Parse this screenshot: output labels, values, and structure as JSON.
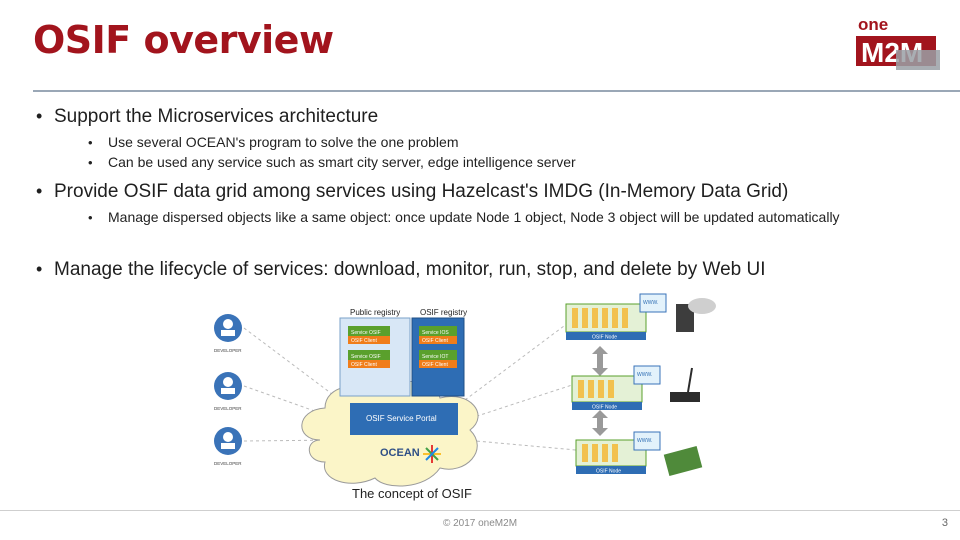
{
  "slide": {
    "title": "OSIF overview",
    "page_number": "3",
    "footer": "© 2017 oneM2M"
  },
  "logo": {
    "top": "one",
    "main": "M2M"
  },
  "bullets": [
    {
      "text": "Support the Microservices architecture",
      "sub": [
        "Use several OCEAN's program to solve the one problem",
        "Can be used any service such as smart city server, edge intelligence server"
      ]
    },
    {
      "text": "Provide OSIF data grid among services using Hazelcast's IMDG (In-Memory Data Grid)",
      "sub": [
        "Manage dispersed objects like a same object: once update Node 1 object, Node 3 object will be updated automatically"
      ]
    },
    {
      "text": "Manage the lifecycle of services: download, monitor, run, stop, and delete by Web UI",
      "sub": []
    }
  ],
  "diagram": {
    "caption": "The concept of OSIF",
    "public_registry": "Public registry",
    "osif_registry": "OSIF registry",
    "public_items": [
      "Service OSIF",
      "OSIF Client",
      "Service OSIF",
      "OSIF Client"
    ],
    "osif_items": [
      "Service IOS",
      "OSIF Client",
      "Service IOT",
      "OSIF Client"
    ],
    "portal": "OSIF Service Portal",
    "ocean": "OCEAN",
    "developer": "DEVELOPER",
    "node": "OSIF Node",
    "www": "WWW."
  },
  "colors": {
    "title": "#a2141d",
    "accent_blue": "#2e6db4",
    "registry_green": "#5aa02c",
    "registry_orange": "#f07d1a"
  }
}
